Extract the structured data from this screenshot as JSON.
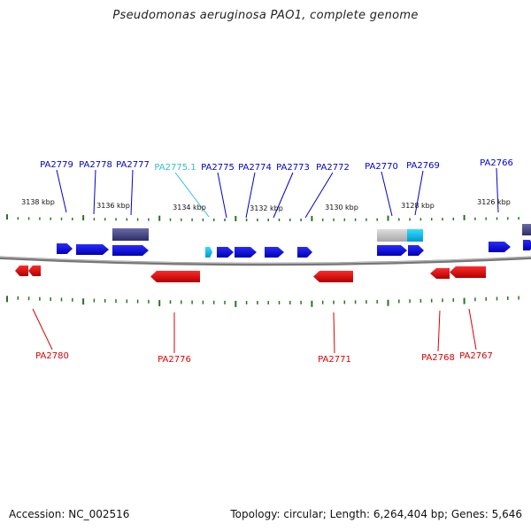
{
  "header": {
    "title": "Pseudomonas aeruginosa PAO1, complete genome"
  },
  "footer": {
    "accession": "Accession: NC_002516",
    "summary": "Topology: circular; Length: 6,264,404 bp; Genes: 5,646"
  },
  "scale_labels": [
    "3138 kbp",
    "3136 kbp",
    "3134 kbp",
    "3132 kbp",
    "3130 kbp",
    "3128 kbp",
    "3126 kbp"
  ],
  "top_genes": [
    {
      "label": "PA2779",
      "color": "#0000cc"
    },
    {
      "label": "PA2778",
      "color": "#0000cc"
    },
    {
      "label": "PA2777",
      "color": "#0000cc"
    },
    {
      "label": "PA2775.1",
      "color": "#33bbdd"
    },
    {
      "label": "PA2775",
      "color": "#0000cc"
    },
    {
      "label": "PA2774",
      "color": "#0000cc"
    },
    {
      "label": "PA2773",
      "color": "#0000cc"
    },
    {
      "label": "PA2772",
      "color": "#0000cc"
    },
    {
      "label": "PA2770",
      "color": "#0000cc"
    },
    {
      "label": "PA2769",
      "color": "#0000cc"
    },
    {
      "label": "PA2766",
      "color": "#0000cc"
    }
  ],
  "bottom_genes": [
    {
      "label": "PA2780",
      "color": "#dd0000"
    },
    {
      "label": "PA2776",
      "color": "#dd0000"
    },
    {
      "label": "PA2771",
      "color": "#dd0000"
    },
    {
      "label": "PA2768",
      "color": "#dd0000"
    },
    {
      "label": "PA2767",
      "color": "#dd0000"
    }
  ],
  "colors": {
    "forward_gene": "#0000ee",
    "reverse_gene": "#ee0000",
    "ncrna_gene": "#33bbdd",
    "feature_dark": "#4a4a88",
    "feature_gray": "#bbbbbb",
    "feature_cyan": "#00bbee",
    "tick": "#227722",
    "backbone": "#777777"
  }
}
